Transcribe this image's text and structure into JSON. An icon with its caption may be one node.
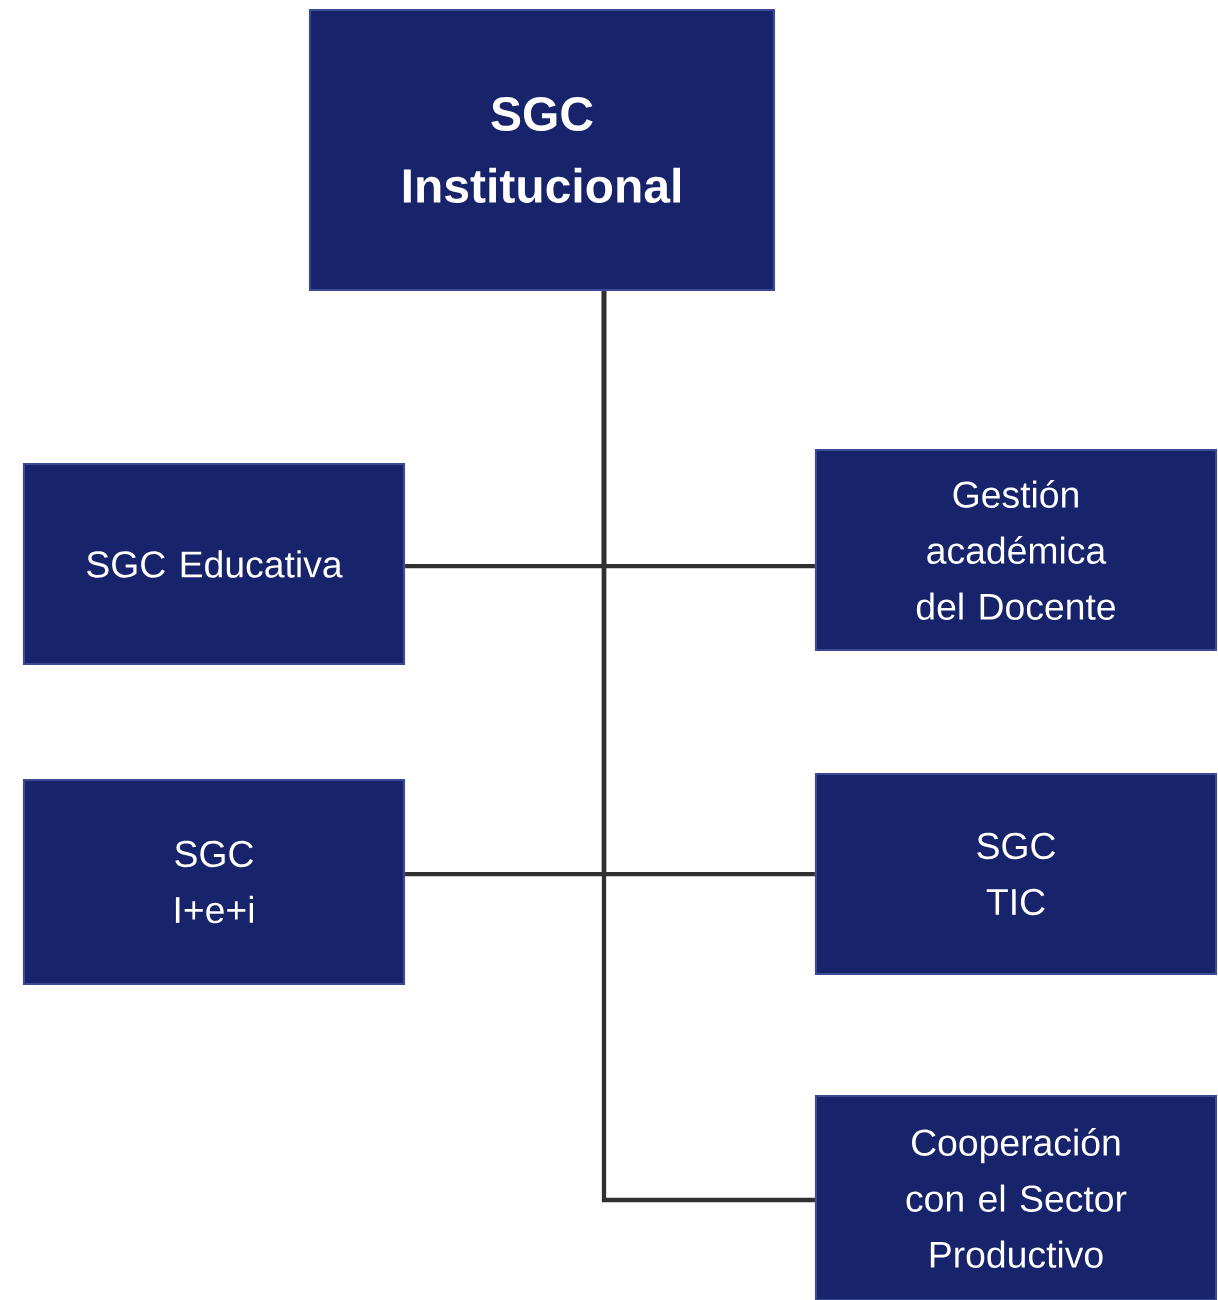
{
  "diagram": {
    "nodes": [
      {
        "text": [
          "SGC Institucional"
        ]
      },
      {
        "text": [
          "SGC Educativa"
        ]
      },
      {
        "text": [
          "Gestión académica del Docente"
        ]
      },
      {
        "text": [
          "SGC I+e+i"
        ]
      },
      {
        "text": [
          "SGC TIC"
        ]
      },
      {
        "text": [
          "Cooperación con el Sector Productivo"
        ]
      }
    ],
    "edges": [
      {
        "from": 0,
        "to": 1,
        "arrow": "none"
      },
      {
        "from": 0,
        "to": 2,
        "arrow": "none"
      },
      {
        "from": 0,
        "to": 3,
        "arrow": "none"
      },
      {
        "from": 0,
        "to": 4,
        "arrow": "none"
      },
      {
        "from": 0,
        "to": 5,
        "arrow": "none"
      }
    ]
  }
}
